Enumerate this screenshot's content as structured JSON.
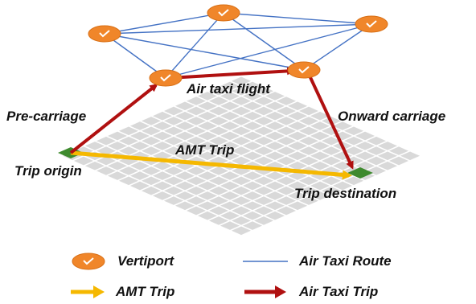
{
  "labels": {
    "air_taxi_flight": "Air taxi flight",
    "pre_carriage": "Pre-carriage",
    "onward_carriage": "Onward carriage",
    "amt_trip": "AMT Trip",
    "trip_origin": "Trip origin",
    "trip_destination": "Trip destination"
  },
  "legend": {
    "vertiport": "Vertiport",
    "air_taxi_route": "Air Taxi Route",
    "amt_trip": "AMT Trip",
    "air_taxi_trip": "Air Taxi Trip"
  },
  "colors": {
    "vertiport_fill": "#f0862a",
    "route_line": "#4472c4",
    "amt_arrow": "#f5b800",
    "air_taxi_arrow": "#b01010",
    "ground_grid": "#d9d9d9",
    "origin_dest_marker": "#3e8a2e"
  }
}
